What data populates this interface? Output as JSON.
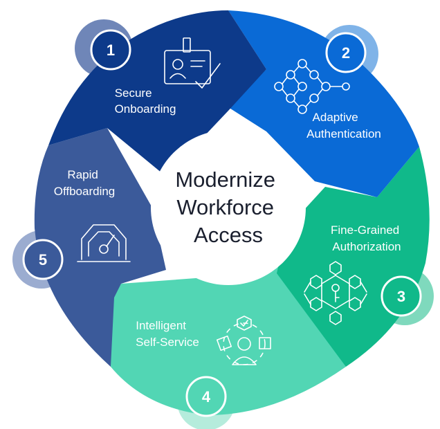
{
  "center": {
    "lines": [
      "Modernize",
      "Workforce",
      "Access"
    ],
    "color": "#1a1f2e"
  },
  "segments": [
    {
      "number": "1",
      "label_lines": [
        "Secure",
        "Onboarding"
      ],
      "icon": "id-badge-check-icon",
      "color": "#0d3a8a",
      "badge_ring": "#6f86b8"
    },
    {
      "number": "2",
      "label_lines": [
        "Adaptive",
        "Authentication"
      ],
      "icon": "node-network-icon",
      "color": "#0a6ad6",
      "badge_ring": "#7fb3e8"
    },
    {
      "number": "3",
      "label_lines": [
        "Fine-Grained",
        "Authorization"
      ],
      "icon": "hexagon-key-network-icon",
      "color": "#10b98a",
      "badge_ring": "#7fd9bd"
    },
    {
      "number": "4",
      "label_lines": [
        "Intelligent",
        "Self-Service"
      ],
      "icon": "user-self-service-icon",
      "color": "#52d6b4",
      "badge_ring": "#b5ecdc"
    },
    {
      "number": "5",
      "label_lines": [
        "Rapid",
        "Offboarding"
      ],
      "icon": "speedometer-icon",
      "color": "#3b5a9a",
      "badge_ring": "#9bacd0"
    }
  ]
}
